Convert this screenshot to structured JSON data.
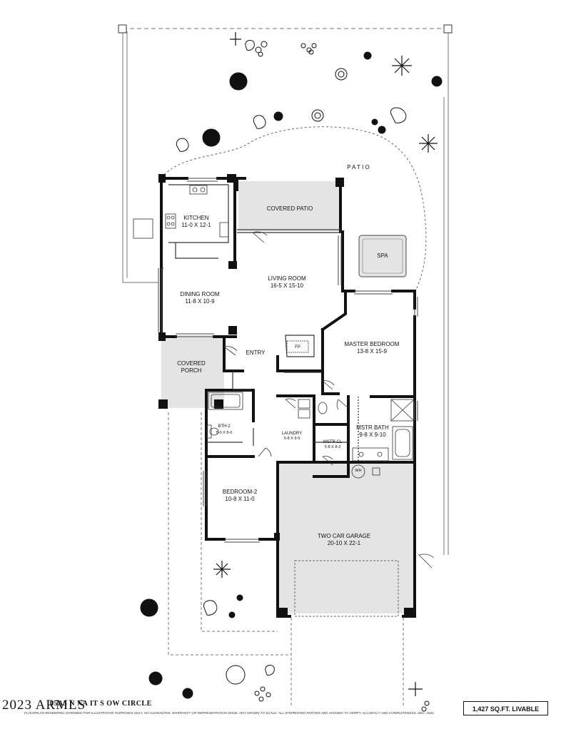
{
  "rooms": {
    "kitchen": {
      "name": "KITCHEN",
      "dims": "11-0 X 12-1"
    },
    "covered_patio": {
      "name": "COVERED PATIO"
    },
    "living_room": {
      "name": "LIVING ROOM",
      "dims": "16-5  X  15-10"
    },
    "dining_room": {
      "name": "DINING ROOM",
      "dims": "11-8  X  10-9"
    },
    "spa": {
      "name": "SPA"
    },
    "patio": {
      "name": "P A T I O"
    },
    "master_bedroom": {
      "name": "MASTER BEDROOM",
      "dims": "13-8  X  15-9"
    },
    "fp": {
      "name": "FP"
    },
    "entry": {
      "name": "ENTRY"
    },
    "covered_porch": {
      "name": "COVERED",
      "name2": "PORCH"
    },
    "bath2": {
      "name": "BTH-2",
      "dims": "5-0 X 8-0"
    },
    "laundry": {
      "name": "LAUNDRY",
      "dims": "5-8 X 9-5"
    },
    "mstr_closet": {
      "name": "MSTR CL",
      "dims": "5-8 X 8-2"
    },
    "mstr_bath": {
      "name": "MSTR BATH",
      "dims": "9-8  X  9-10"
    },
    "wh": {
      "name": "WH"
    },
    "bedroom2": {
      "name": "BEDROOM-2",
      "dims": "10-8  X 11-0"
    },
    "garage": {
      "name": "TWO CAR GARAGE",
      "dims": "20-10  X  22-1"
    }
  },
  "footer": {
    "watermark": "2023 ARMLS",
    "address": "65A5 N NA IT S OW CIRCLE",
    "disclaimer": "FLOORPLAN RENDERING INTENDED FOR ILLUSTRATIVE PURPOSES ONLY. NO GUARANTEE, WARRANTY OR REPRESENTATION MADE. NOT DRAWN TO SCALE. ALL INTERESTED PARTIES ARE ADVISED TO VERIFY ACCURACY AND COMPLETENESS. DEC. 2022.",
    "sqft": "1,427 SQ.FT. LIVABLE"
  },
  "colors": {
    "wall": "#111111",
    "floor_gray": "#e4e4e4",
    "background": "#ffffff"
  }
}
